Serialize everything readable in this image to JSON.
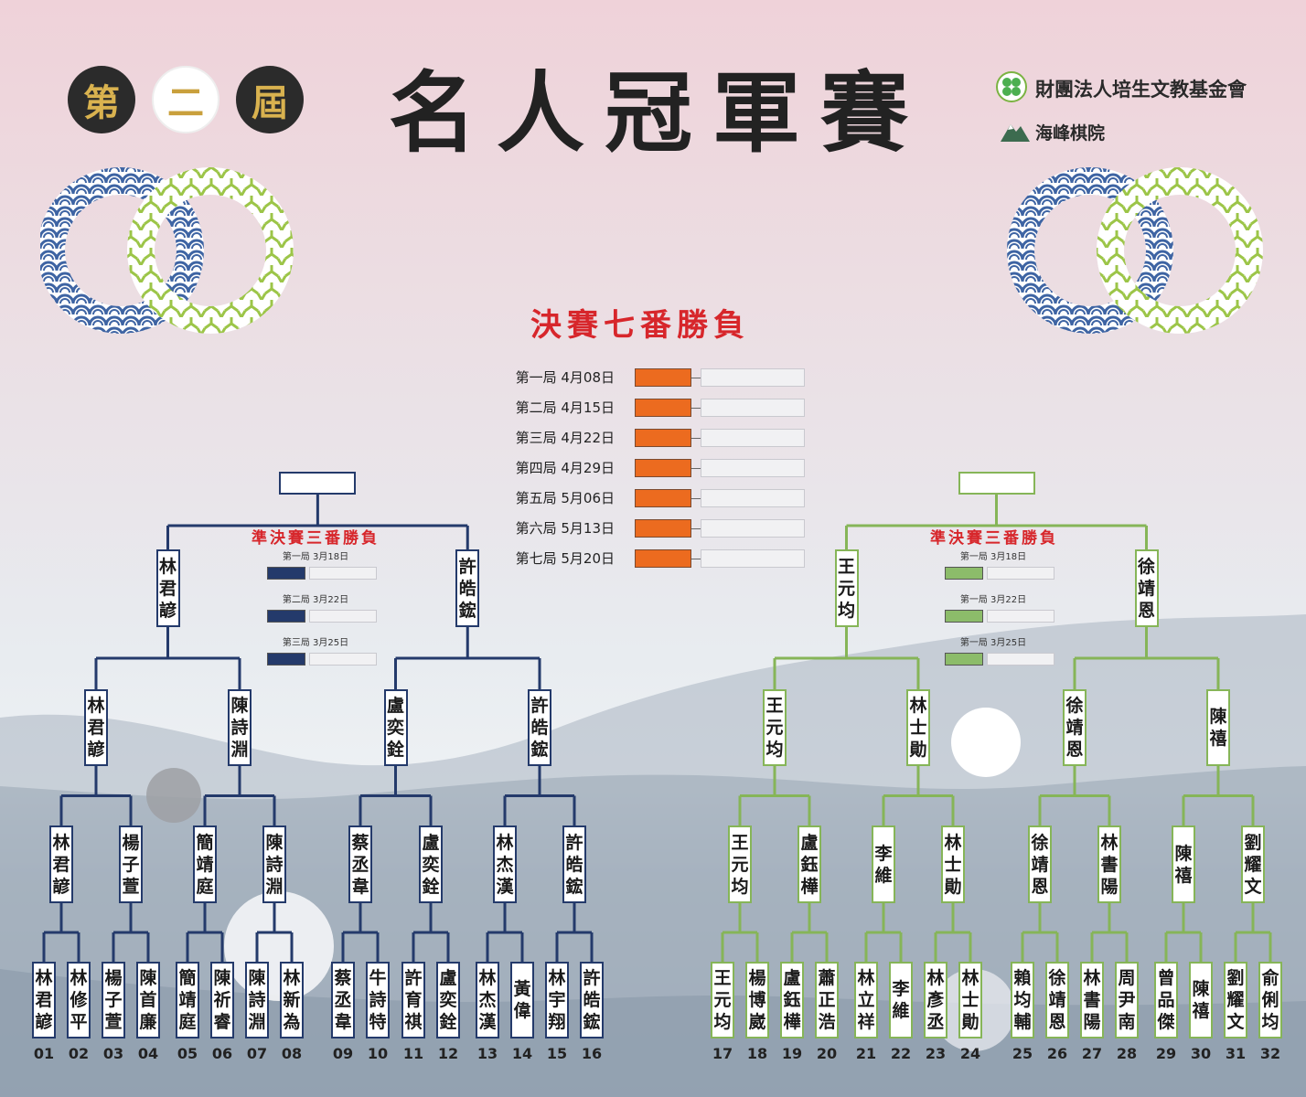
{
  "edition": [
    "第",
    "二",
    "屆"
  ],
  "title": "名人冠軍賽",
  "organizers": [
    "財團法人培生文教基金會",
    "海峰棋院"
  ],
  "final": {
    "title": "決賽七番勝負",
    "games": [
      "第一局 4月08日",
      "第二局 4月15日",
      "第三局 4月22日",
      "第四局 4月29日",
      "第五局 5月06日",
      "第六局 5月13日",
      "第七局 5月20日"
    ]
  },
  "semifinal_left": {
    "title": "準決賽三番勝負",
    "games": [
      "第一局 3月18日",
      "第二局 3月22日",
      "第三局 3月25日"
    ]
  },
  "semifinal_right": {
    "title": "準決賽三番勝負",
    "games": [
      "第一局 3月18日",
      "第一局 3月22日",
      "第一局 3月25日"
    ]
  },
  "colors": {
    "left_bracket": "#243a6b",
    "right_bracket": "#86b558",
    "final_score": "#ec6b1f",
    "title_red": "#d7262b"
  },
  "players": [
    {
      "seed": "01",
      "name": "林君諺"
    },
    {
      "seed": "02",
      "name": "林修平"
    },
    {
      "seed": "03",
      "name": "楊子萱"
    },
    {
      "seed": "04",
      "name": "陳首廉"
    },
    {
      "seed": "05",
      "name": "簡靖庭"
    },
    {
      "seed": "06",
      "name": "陳祈睿"
    },
    {
      "seed": "07",
      "name": "陳詩淵"
    },
    {
      "seed": "08",
      "name": "林新為"
    },
    {
      "seed": "09",
      "name": "蔡丞韋"
    },
    {
      "seed": "10",
      "name": "牛詩特"
    },
    {
      "seed": "11",
      "name": "許育祺"
    },
    {
      "seed": "12",
      "name": "盧奕銓"
    },
    {
      "seed": "13",
      "name": "林杰漢"
    },
    {
      "seed": "14",
      "name": "黃偉"
    },
    {
      "seed": "15",
      "name": "林宇翔"
    },
    {
      "seed": "16",
      "name": "許皓鋐"
    },
    {
      "seed": "17",
      "name": "王元均"
    },
    {
      "seed": "18",
      "name": "楊博崴"
    },
    {
      "seed": "19",
      "name": "盧鈺樺"
    },
    {
      "seed": "20",
      "name": "蕭正浩"
    },
    {
      "seed": "21",
      "name": "林立祥"
    },
    {
      "seed": "22",
      "name": "李維"
    },
    {
      "seed": "23",
      "name": "林彥丞"
    },
    {
      "seed": "24",
      "name": "林士勛"
    },
    {
      "seed": "25",
      "name": "賴均輔"
    },
    {
      "seed": "26",
      "name": "徐靖恩"
    },
    {
      "seed": "27",
      "name": "林書陽"
    },
    {
      "seed": "28",
      "name": "周尹南"
    },
    {
      "seed": "29",
      "name": "曾品傑"
    },
    {
      "seed": "30",
      "name": "陳禧"
    },
    {
      "seed": "31",
      "name": "劉耀文"
    },
    {
      "seed": "32",
      "name": "俞俐均"
    }
  ],
  "round2": [
    "林君諺",
    "楊子萱",
    "簡靖庭",
    "陳詩淵",
    "蔡丞韋",
    "盧奕銓",
    "林杰漢",
    "許皓鋐",
    "王元均",
    "盧鈺樺",
    "李維",
    "林士勛",
    "徐靖恩",
    "林書陽",
    "陳禧",
    "劉耀文"
  ],
  "round3": [
    "林君諺",
    "陳詩淵",
    "盧奕銓",
    "許皓鋐",
    "王元均",
    "林士勛",
    "徐靖恩",
    "陳禧"
  ],
  "round4": [
    "林君諺",
    "許皓鋐",
    "王元均",
    "徐靖恩"
  ]
}
